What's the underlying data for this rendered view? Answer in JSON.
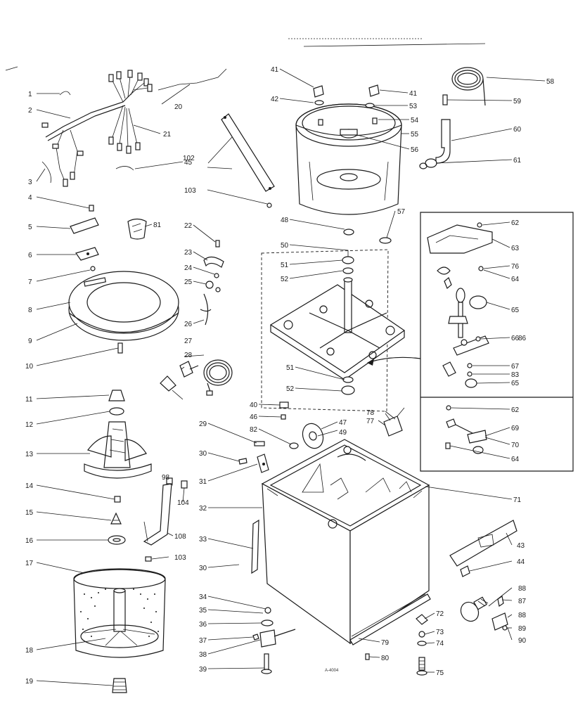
{
  "diagram": {
    "drawing_code": "A-4004"
  },
  "callouts": [
    {
      "id": "c1",
      "text": "1"
    },
    {
      "id": "c2",
      "text": "2"
    },
    {
      "id": "c3",
      "text": "3"
    },
    {
      "id": "c4",
      "text": "4"
    },
    {
      "id": "c5",
      "text": "5"
    },
    {
      "id": "c6",
      "text": "6"
    },
    {
      "id": "c7",
      "text": "7"
    },
    {
      "id": "c8",
      "text": "8"
    },
    {
      "id": "c9",
      "text": "9"
    },
    {
      "id": "c10",
      "text": "10"
    },
    {
      "id": "c11",
      "text": "11"
    },
    {
      "id": "c12",
      "text": "12"
    },
    {
      "id": "c13",
      "text": "13"
    },
    {
      "id": "c14",
      "text": "14"
    },
    {
      "id": "c15",
      "text": "15"
    },
    {
      "id": "c16",
      "text": "16"
    },
    {
      "id": "c17",
      "text": "17"
    },
    {
      "id": "c18",
      "text": "18"
    },
    {
      "id": "c19",
      "text": "19"
    },
    {
      "id": "c20",
      "text": "20"
    },
    {
      "id": "c21",
      "text": "21"
    },
    {
      "id": "c22",
      "text": "22"
    },
    {
      "id": "c23",
      "text": "23"
    },
    {
      "id": "c24",
      "text": "24"
    },
    {
      "id": "c25",
      "text": "25"
    },
    {
      "id": "c26",
      "text": "26"
    },
    {
      "id": "c27",
      "text": "27"
    },
    {
      "id": "c28",
      "text": "28"
    },
    {
      "id": "c29",
      "text": "29"
    },
    {
      "id": "c30a",
      "text": "30"
    },
    {
      "id": "c30b",
      "text": "30"
    },
    {
      "id": "c31",
      "text": "31"
    },
    {
      "id": "c32",
      "text": "32"
    },
    {
      "id": "c33",
      "text": "33"
    },
    {
      "id": "c34",
      "text": "34"
    },
    {
      "id": "c35",
      "text": "35"
    },
    {
      "id": "c36",
      "text": "36"
    },
    {
      "id": "c37",
      "text": "37"
    },
    {
      "id": "c38",
      "text": "38"
    },
    {
      "id": "c39",
      "text": "39"
    },
    {
      "id": "c40",
      "text": "40"
    },
    {
      "id": "c41a",
      "text": "41"
    },
    {
      "id": "c41b",
      "text": "41"
    },
    {
      "id": "c42",
      "text": "42"
    },
    {
      "id": "c43",
      "text": "43"
    },
    {
      "id": "c44",
      "text": "44"
    },
    {
      "id": "c45",
      "text": "45"
    },
    {
      "id": "c46",
      "text": "46"
    },
    {
      "id": "c47",
      "text": "47"
    },
    {
      "id": "c48",
      "text": "48"
    },
    {
      "id": "c49",
      "text": "49"
    },
    {
      "id": "c50",
      "text": "50"
    },
    {
      "id": "c51a",
      "text": "51"
    },
    {
      "id": "c51b",
      "text": "51"
    },
    {
      "id": "c52a",
      "text": "52"
    },
    {
      "id": "c52b",
      "text": "52"
    },
    {
      "id": "c53",
      "text": "53"
    },
    {
      "id": "c54",
      "text": "54"
    },
    {
      "id": "c55",
      "text": "55"
    },
    {
      "id": "c56",
      "text": "56"
    },
    {
      "id": "c57",
      "text": "57"
    },
    {
      "id": "c58",
      "text": "58"
    },
    {
      "id": "c59",
      "text": "59"
    },
    {
      "id": "c60",
      "text": "60"
    },
    {
      "id": "c61",
      "text": "61"
    },
    {
      "id": "c62a",
      "text": "62"
    },
    {
      "id": "c62b",
      "text": "62"
    },
    {
      "id": "c63",
      "text": "63"
    },
    {
      "id": "c64a",
      "text": "64"
    },
    {
      "id": "c64b",
      "text": "64"
    },
    {
      "id": "c65a",
      "text": "65"
    },
    {
      "id": "c65b",
      "text": "65"
    },
    {
      "id": "c66",
      "text": "66"
    },
    {
      "id": "c67",
      "text": "67"
    },
    {
      "id": "c69",
      "text": "69"
    },
    {
      "id": "c70",
      "text": "70"
    },
    {
      "id": "c71",
      "text": "71"
    },
    {
      "id": "c72",
      "text": "72"
    },
    {
      "id": "c73",
      "text": "73"
    },
    {
      "id": "c74",
      "text": "74"
    },
    {
      "id": "c75",
      "text": "75"
    },
    {
      "id": "c76",
      "text": "76"
    },
    {
      "id": "c77",
      "text": "77"
    },
    {
      "id": "c78",
      "text": "78"
    },
    {
      "id": "c79",
      "text": "79"
    },
    {
      "id": "c80",
      "text": "80"
    },
    {
      "id": "c81",
      "text": "81"
    },
    {
      "id": "c82",
      "text": "82"
    },
    {
      "id": "c83",
      "text": "83"
    },
    {
      "id": "c86",
      "text": "86"
    },
    {
      "id": "c87",
      "text": "87"
    },
    {
      "id": "c88a",
      "text": "88"
    },
    {
      "id": "c88b",
      "text": "88"
    },
    {
      "id": "c89",
      "text": "89"
    },
    {
      "id": "c90",
      "text": "90"
    },
    {
      "id": "c98",
      "text": "98"
    },
    {
      "id": "c102",
      "text": "102"
    },
    {
      "id": "c103a",
      "text": "103"
    },
    {
      "id": "c103b",
      "text": "103"
    },
    {
      "id": "c104",
      "text": "104"
    },
    {
      "id": "c108",
      "text": "108"
    }
  ]
}
